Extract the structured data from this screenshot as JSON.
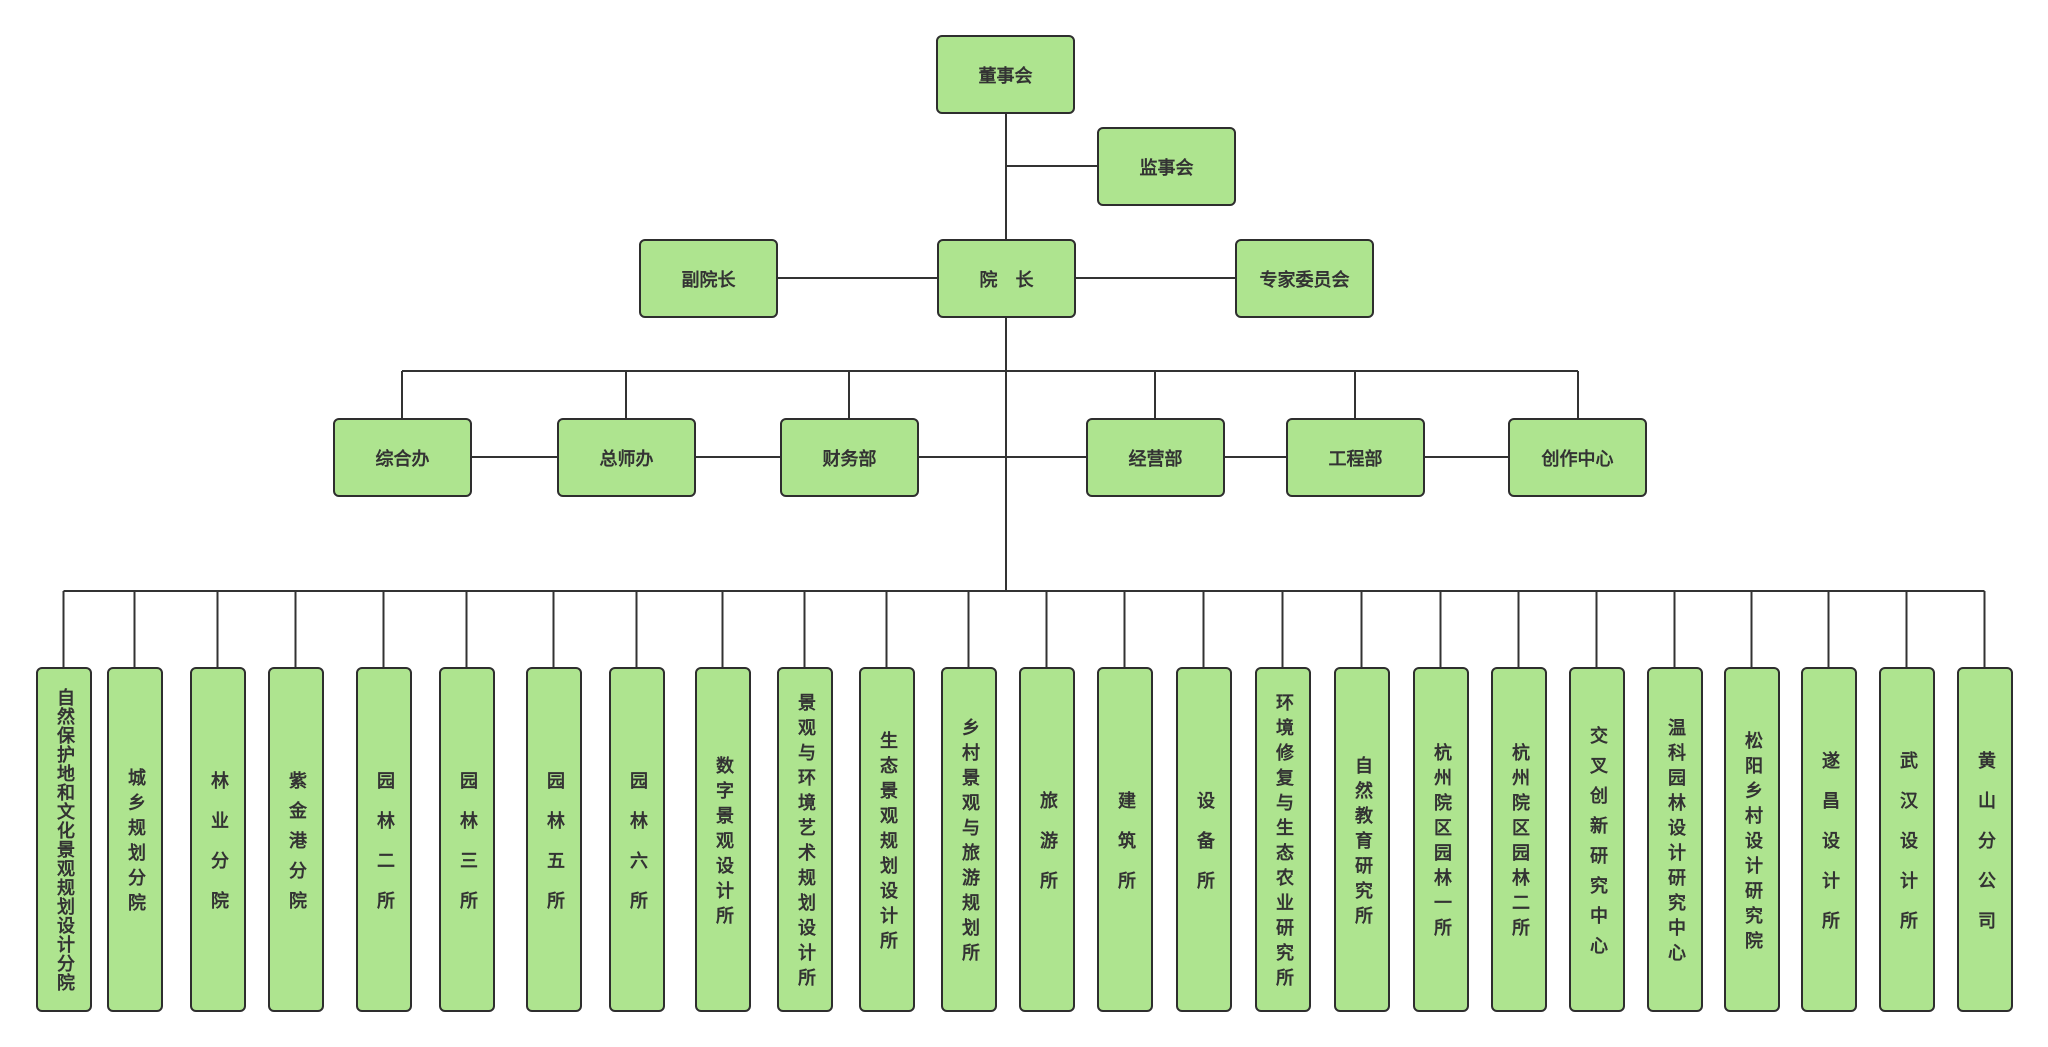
{
  "board": {
    "label": "董事会"
  },
  "supervisory_board": {
    "label": "监事会"
  },
  "president": {
    "label": "院　长"
  },
  "vice_president": {
    "label": "副院长"
  },
  "expert_committee": {
    "label": "专家委员会"
  },
  "departments": [
    {
      "label": "综合办"
    },
    {
      "label": "总师办"
    },
    {
      "label": "财务部"
    },
    {
      "label": "经营部"
    },
    {
      "label": "工程部"
    },
    {
      "label": "创作中心"
    }
  ],
  "units": [
    {
      "label": "自然保护地和文化景观规划设计分院"
    },
    {
      "label": "城乡规划分院"
    },
    {
      "label": "林业分院"
    },
    {
      "label": "紫金港分院"
    },
    {
      "label": "园林二所"
    },
    {
      "label": "园林三所"
    },
    {
      "label": "园林五所"
    },
    {
      "label": "园林六所"
    },
    {
      "label": "数字景观设计所"
    },
    {
      "label": "景观与环境艺术规划设计所"
    },
    {
      "label": "生态景观规划设计所"
    },
    {
      "label": "乡村景观与旅游规划所"
    },
    {
      "label": "旅游所"
    },
    {
      "label": "建筑所"
    },
    {
      "label": "设备所"
    },
    {
      "label": "环境修复与生态农业研究所"
    },
    {
      "label": "自然教育研究所"
    },
    {
      "label": "杭州院区园林一所"
    },
    {
      "label": "杭州院区园林二所"
    },
    {
      "label": "交叉创新研究中心"
    },
    {
      "label": "温科园林设计研究中心"
    },
    {
      "label": "松阳乡村设计研究院"
    },
    {
      "label": "遂昌设计所"
    },
    {
      "label": "武汉设计所"
    },
    {
      "label": "黄山分公司"
    }
  ],
  "colors": {
    "node_fill": "#aee48f",
    "node_border": "#2e2e2e",
    "connector": "#333333",
    "text": "#333333"
  }
}
